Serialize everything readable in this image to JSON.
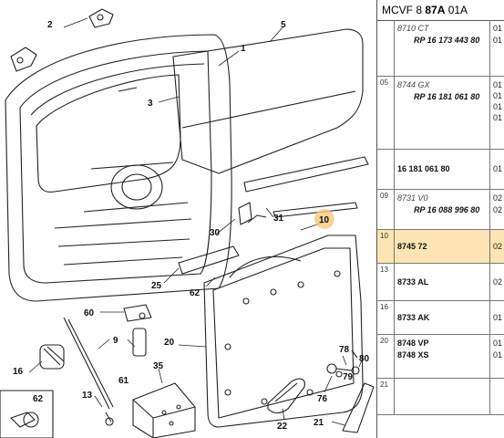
{
  "header": {
    "prefix": "MCVF 8 ",
    "bold": "87A",
    "suffix": " 01A"
  },
  "callouts": {
    "c1": "1",
    "c2": "2",
    "c3": "3",
    "c5": "5",
    "c10": "10",
    "c13": "13",
    "c16": "16",
    "c20": "20",
    "c21": "21",
    "c22": "22",
    "c25": "25",
    "c30": "30",
    "c31": "31",
    "c35": "35",
    "c60": "60",
    "c61": "61",
    "c62": "62",
    "c76": "76",
    "c78": "78",
    "c79": "79",
    "c80": "80",
    "c9": "9",
    "inset62": "62"
  },
  "rows": [
    {
      "ref": "",
      "lines": [
        {
          "text": "8710 CT",
          "style": "italic"
        },
        {
          "text": "RP 16 173 443 80",
          "style": "rp"
        }
      ],
      "qty": [
        "01",
        "01"
      ]
    },
    {
      "ref": "05",
      "lines": [
        {
          "text": "8744 GX",
          "style": "italic"
        },
        {
          "text": "RP 16 181 061 80",
          "style": "rp"
        }
      ],
      "qty": [
        "01",
        "01",
        "01",
        "01"
      ]
    },
    {
      "ref": "",
      "lines": [
        {
          "text": "16 181 061 80",
          "style": "bold"
        }
      ],
      "qty": [
        "01"
      ]
    },
    {
      "ref": "09",
      "lines": [
        {
          "text": "8731 V0",
          "style": "italic"
        },
        {
          "text": "RP 16 088 996 80",
          "style": "rp"
        }
      ],
      "qty": [
        "02",
        "02"
      ]
    },
    {
      "ref": "10",
      "lines": [
        {
          "text": "8745 72",
          "style": "bold"
        }
      ],
      "qty": [
        "02"
      ],
      "highlight": true
    },
    {
      "ref": "13",
      "lines": [
        {
          "text": "8733 AL",
          "style": "bold"
        }
      ],
      "qty": [
        "02"
      ]
    },
    {
      "ref": "16",
      "lines": [
        {
          "text": "8733 AK",
          "style": "bold"
        }
      ],
      "qty": [
        "01"
      ]
    },
    {
      "ref": "20",
      "lines": [
        {
          "text": "8748 VP",
          "style": "bold"
        },
        {
          "text": "8748 XS",
          "style": "bold"
        }
      ],
      "qty": [
        "01",
        "01"
      ]
    },
    {
      "ref": "21",
      "lines": [],
      "qty": []
    }
  ],
  "colors": {
    "highlight": "#fde4b2",
    "callout_circle": "#f6c97a"
  }
}
